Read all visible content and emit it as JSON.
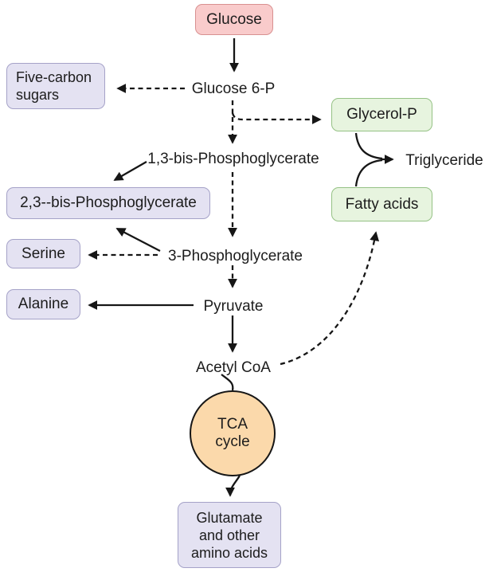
{
  "nodes": {
    "glucose": {
      "label": "Glucose"
    },
    "glucose6p": {
      "label": "Glucose 6-P"
    },
    "five_carbon": {
      "label": "Five-carbon sugars"
    },
    "glycerol_p": {
      "label": "Glycerol-P"
    },
    "bpg13": {
      "label": "1,3-bis-Phosphoglycerate"
    },
    "bpg23": {
      "label": "2,3--bis-Phosphoglycerate"
    },
    "triglyceride": {
      "label": "Triglyceride"
    },
    "fatty_acids": {
      "label": "Fatty acids"
    },
    "serine": {
      "label": "Serine"
    },
    "pg3": {
      "label": "3-Phosphoglycerate"
    },
    "alanine": {
      "label": "Alanine"
    },
    "pyruvate": {
      "label": "Pyruvate"
    },
    "acetyl_coa": {
      "label": "Acetyl CoA"
    },
    "tca": {
      "label": "TCA cycle"
    },
    "glutamate": {
      "label": "Glutamate and other amino acids"
    }
  },
  "colors": {
    "node-pink-fill": "#f9cbcb",
    "node-pink-border": "#d89090",
    "node-purple-fill": "#e4e2f2",
    "node-purple-border": "#a5a2c8",
    "node-green-fill": "#e7f4df",
    "node-green-border": "#95c285",
    "node-orange-fill": "#fbd9ab",
    "line-color": "#161616",
    "text-color": "#1c1c1c"
  }
}
